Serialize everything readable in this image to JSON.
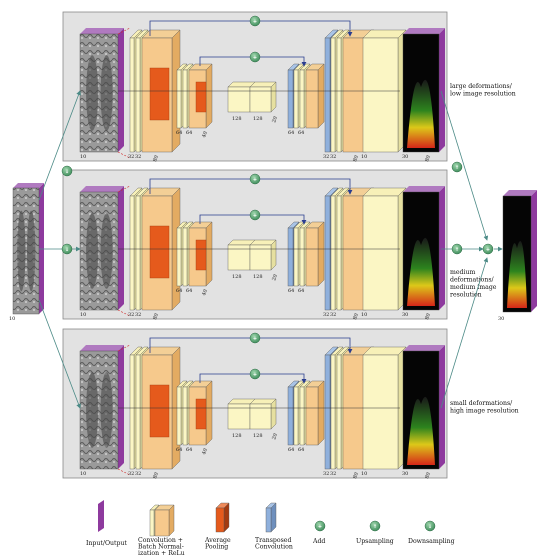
{
  "rows": [
    {
      "input_label": "10",
      "block_a_labels": [
        "32",
        "32",
        "80"
      ],
      "block_b_labels": [
        "64",
        "64",
        "40"
      ],
      "block_c_labels": [
        "128",
        "128",
        "20"
      ],
      "block_d_labels": [
        "64",
        "64"
      ],
      "block_e_labels": [
        "32",
        "32",
        "80"
      ],
      "block_f_label": "10",
      "output_labels": [
        "30",
        "80"
      ],
      "note_lines": [
        "large deformations/",
        "low image resolution"
      ]
    },
    {
      "input_label": "10",
      "block_a_labels": [
        "32",
        "32",
        "80"
      ],
      "block_b_labels": [
        "64",
        "64",
        "40"
      ],
      "block_c_labels": [
        "128",
        "128",
        "20"
      ],
      "block_d_labels": [
        "64",
        "64"
      ],
      "block_e_labels": [
        "32",
        "32",
        "80"
      ],
      "block_f_label": "10",
      "output_labels": [
        "30",
        "80"
      ],
      "note_lines": [
        "medium",
        "deformations/",
        "medium image",
        "resolution"
      ]
    },
    {
      "input_label": "10",
      "block_a_labels": [
        "32",
        "32",
        "80"
      ],
      "block_b_labels": [
        "64",
        "64",
        "40"
      ],
      "block_c_labels": [
        "128",
        "128",
        "20"
      ],
      "block_d_labels": [
        "64",
        "64"
      ],
      "block_e_labels": [
        "32",
        "32",
        "80"
      ],
      "block_f_label": "10",
      "output_labels": [
        "30",
        "80"
      ],
      "note_lines": [
        "small deformations/",
        "high image resolution"
      ]
    }
  ],
  "left_input_label": "10",
  "final_output_label": "30",
  "legend": {
    "input_output": "Input/Output",
    "conv_lines": [
      "Convolution +",
      "Batch Normal-",
      "ization + ReLu"
    ],
    "pool_lines": [
      "Average",
      "Pooling"
    ],
    "tconv_lines": [
      "Transposed",
      "Convolution"
    ],
    "add": "Add",
    "upsampling": "Upsampling",
    "downsampling": "Downsampling"
  },
  "colors": {
    "panel": "#e2e2e2",
    "panel_border": "#8a8a8a",
    "io_purple": "#8e3a9e",
    "conv_yellow": "#fbf6c4",
    "conv_orange": "#f6c98c",
    "pool_red": "#e55a1c",
    "tconv_blue": "#8fb0dc",
    "node_green": "#4fa06c",
    "arrow_navy": "#2a3d8f",
    "link_red": "#d02a2a",
    "teal_line": "#4b8a86"
  },
  "icons": {
    "add": "plus-node-icon",
    "upsampling": "up-node-icon",
    "downsampling": "down-node-icon"
  }
}
